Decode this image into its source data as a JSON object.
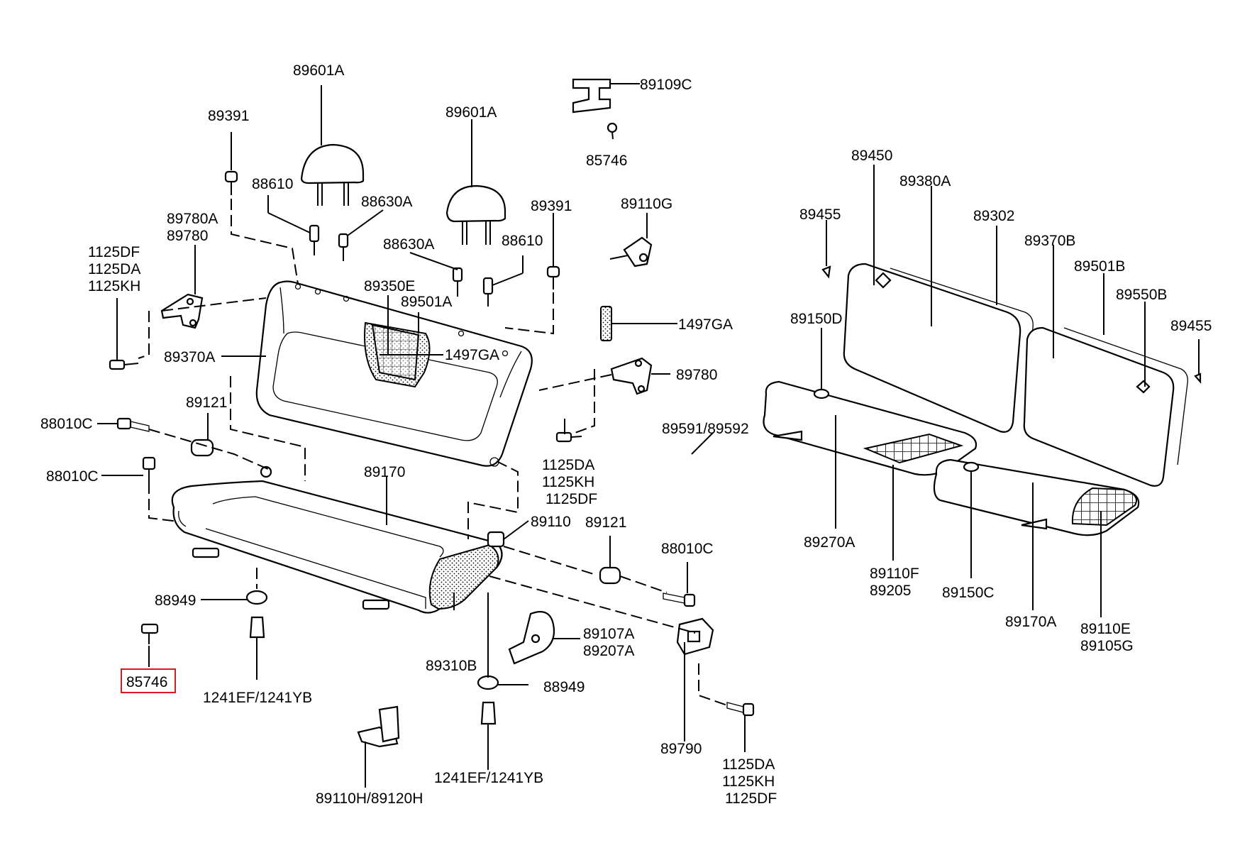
{
  "colors": {
    "line": "#000000",
    "background": "#ffffff",
    "highlight": "#e0161b"
  },
  "labels": {
    "l_89601a_left": "89601A",
    "l_89601a_mid": "89601A",
    "l_89109c": "89109C",
    "l_85746_top": "85746",
    "l_89391_left": "89391",
    "l_88610_left": "88610",
    "l_88630a_left": "88630A",
    "l_89391_mid": "89391",
    "l_89110g": "89110G",
    "l_89780a": "89780A",
    "l_89780_left": "89780",
    "l_1125df_left": "1125DF",
    "l_1125da_left": "1125DA",
    "l_1125kh_left": "1125KH",
    "l_88630a_mid": "88630A",
    "l_88610_mid": "88610",
    "l_89350e": "89350E",
    "l_89501a": "89501A",
    "l_1497ga_right": "1497GA",
    "l_89370a": "89370A",
    "l_1497ga_center": "1497GA",
    "l_89780_right": "89780",
    "l_88010c_top": "88010C",
    "l_89121_left": "89121",
    "l_88010c_mid": "88010C",
    "l_89170": "89170",
    "l_89591": "89591/89592",
    "l_1125da_mid": "1125DA",
    "l_1125kh_mid": "1125KH",
    "l_1125df_mid": "1125DF",
    "l_89110": "89110",
    "l_89121_right": "89121",
    "l_88010c_right": "88010C",
    "l_88949_left": "88949",
    "l_85746_boxed": "85746",
    "l_1241_left": "1241EF/1241YB",
    "l_89310b": "89310B",
    "l_89107a": "89107A",
    "l_89207a": "89207A",
    "l_88949_mid": "88949",
    "l_1241_mid": "1241EF/1241YB",
    "l_89790": "89790",
    "l_1125da_bottom": "1125DA",
    "l_1125kh_bottom": "1125KH",
    "l_1125df_bottom": "1125DF",
    "l_89110h": "89110H/89120H",
    "l_89450": "89450",
    "l_89380a": "89380A",
    "l_89455_left": "89455",
    "l_89302": "89302",
    "l_89370b": "89370B",
    "l_89501b": "89501B",
    "l_89550b": "89550B",
    "l_89150d": "89150D",
    "l_89455_right": "89455",
    "l_89270a": "89270A",
    "l_89110f": "89110F",
    "l_89205": "89205",
    "l_89150c": "89150C",
    "l_89170a": "89170A",
    "l_89110e": "89110E",
    "l_89105g": "89105G"
  }
}
